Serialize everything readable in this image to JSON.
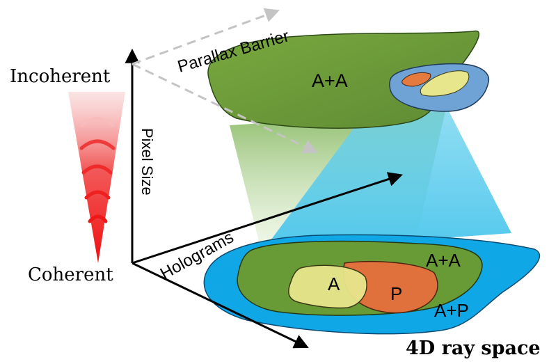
{
  "labels": {
    "incoherent": "Incoherent",
    "coherent": "Coherent",
    "pixel_size": "Pixel Size",
    "parallax_barrier": "Parallax Barrier",
    "holograms": "Holograms",
    "top_region": "A+A",
    "bottom_outer": "A+P",
    "bottom_middle": "A+A",
    "bottom_amplitude": "A",
    "bottom_phase": "P",
    "ray_space": "4D ray space"
  },
  "colors": {
    "green": "#72a13d",
    "blue": "#0fa8e6",
    "yellow": "#e8e58a",
    "orange": "#e06c3a",
    "red": "#f01e1e"
  }
}
